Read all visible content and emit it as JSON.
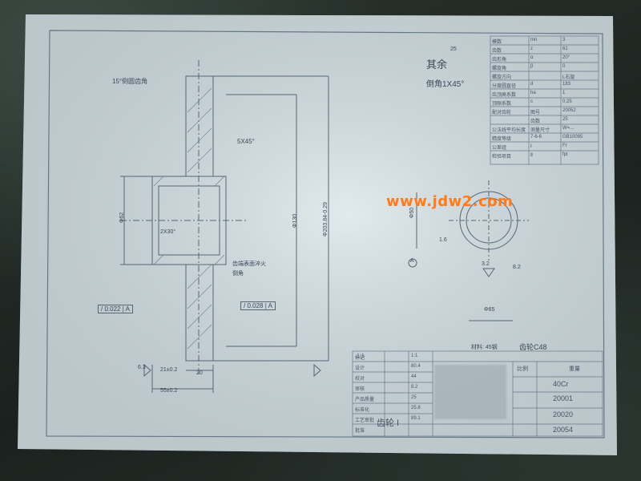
{
  "watermark": "www.jdw2.com",
  "surface_note": "其余",
  "surface_value": "25",
  "chamfer_note": "倒角1X45°",
  "left_callout": "15°倒圆齿角",
  "chamfer_5": "5X45°",
  "chamfer_2": "2X30°",
  "dim_phi62": "Φ62",
  "dim_phi130": "Φ130",
  "dim_outer": "Φ203.84-0.29",
  "hardened_note_1": "齿端表面淬火",
  "hardened_note_2": "倒角",
  "tolerance_left": "0.022",
  "tolerance_right": "0.028",
  "datum": "A",
  "dim_20": "20",
  "dim_55": "55±0.2",
  "dim_21": "21±0.2",
  "rough_63": "6.3",
  "right_phi50": "Φ50",
  "right_phi65": "Φ65",
  "right_rough_16": "1.6",
  "right_rough_32": "3.2",
  "right_dim_small": "8.2",
  "material_label": "材料: 45钢",
  "material_code": "齿轮C48",
  "param_table": {
    "rows": [
      [
        "模数",
        "mn",
        "3"
      ],
      [
        "齿数",
        "z",
        "61"
      ],
      [
        "齿形角",
        "α",
        "20°"
      ],
      [
        "螺旋角",
        "β",
        "0"
      ],
      [
        "螺旋方向",
        "",
        "L右旋"
      ],
      [
        "分度圆直径",
        "d",
        "183"
      ],
      [
        "齿顶高系数",
        "ha",
        "1"
      ],
      [
        "顶隙系数",
        "c",
        "0.25"
      ],
      [
        "配对齿轮",
        "图号",
        "20052"
      ],
      [
        "",
        "齿数",
        "25"
      ],
      [
        "公法线平均长度",
        "测量尺寸",
        "W=..."
      ],
      [
        "精度等级",
        "7-6-6",
        "GB10095"
      ],
      [
        "公差组",
        "Ⅰ",
        "Fr"
      ],
      [
        "检验项目",
        "Ⅱ",
        "fpt"
      ]
    ]
  },
  "title_block": {
    "part_name": "齿轮 I",
    "material": "40Cr",
    "codes": [
      "20001",
      "20020",
      "20054"
    ],
    "ratio": "1:1",
    "scale_label": "比例",
    "weight_label": "重量",
    "rows": [
      "标记",
      "设计",
      "校对",
      "审核",
      "产品质量",
      "标准化",
      "工艺审批",
      "批准"
    ],
    "row_values": [
      "1:1",
      "80.4",
      "44",
      "8.2",
      "25",
      "25.8",
      "89.1",
      ""
    ]
  }
}
